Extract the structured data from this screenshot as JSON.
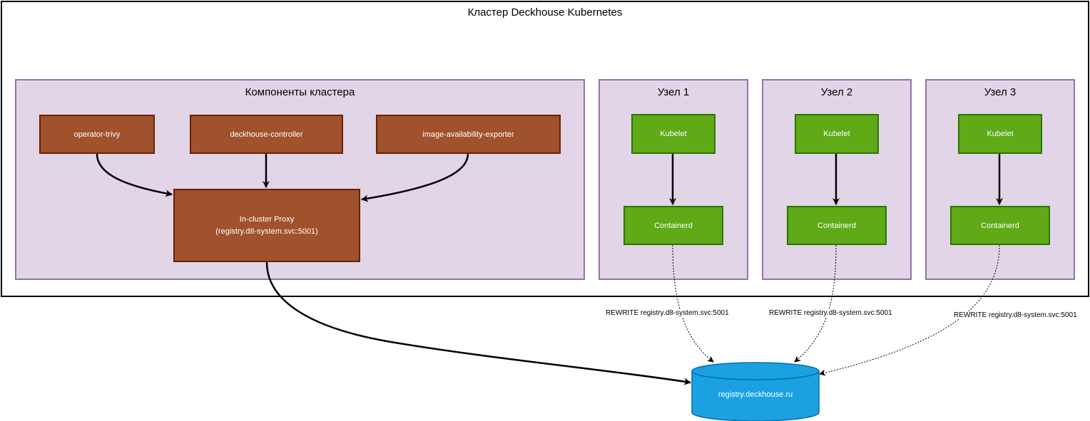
{
  "cluster": {
    "title": "Кластер Deckhouse Kubernetes"
  },
  "components": {
    "title": "Компоненты кластера",
    "operator_trivy": "operator-trivy",
    "deckhouse_controller": "deckhouse-controller",
    "image_exporter": "image-availability-exporter",
    "proxy_line1": "In-cluster Proxy",
    "proxy_line2": "(registry.d8-system.svc:5001)"
  },
  "nodes": [
    {
      "title": "Узел 1",
      "kubelet": "Kubelet",
      "containerd": "Containerd",
      "rewrite": "REWRITE registry.d8-system.svc:5001"
    },
    {
      "title": "Узел 2",
      "kubelet": "Kubelet",
      "containerd": "Containerd",
      "rewrite": "REWRITE registry.d8-system.svc:5001"
    },
    {
      "title": "Узел 3",
      "kubelet": "Kubelet",
      "containerd": "Containerd",
      "rewrite": "REWRITE registry.d8-system.svc:5001"
    }
  ],
  "registry": {
    "label": "registry.deckhouse.ru"
  },
  "colors": {
    "group_fill": "#e1d5e7",
    "group_stroke": "#9673a6",
    "component_fill": "#a0522d",
    "component_stroke": "#6d1f00",
    "node_fill": "#60a917",
    "node_stroke": "#2d7600",
    "registry_fill": "#1ba1e2",
    "registry_stroke": "#006eaf"
  }
}
